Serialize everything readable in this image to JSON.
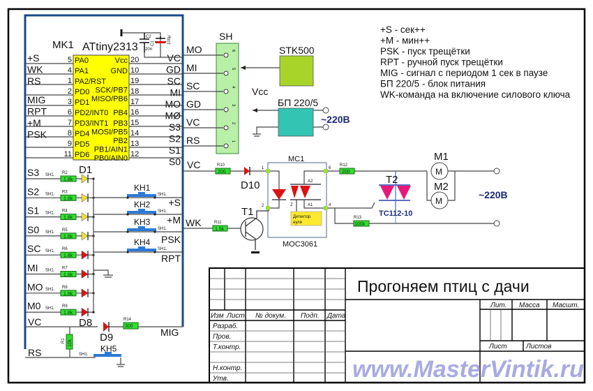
{
  "diagram": {
    "mcu": {
      "ref": "MK1",
      "part": "ATtiny2313",
      "left_pins": [
        {
          "net": "+S",
          "num": "5",
          "name": "PA0"
        },
        {
          "net": "WK",
          "num": "4",
          "name": "PA1"
        },
        {
          "net": "RS",
          "num": "1",
          "name": "PA2/RST"
        },
        {
          "net": "",
          "num": "2",
          "name": "PD0"
        },
        {
          "net": "MIG",
          "num": "3",
          "name": "PD1"
        },
        {
          "net": "RPT",
          "num": "6",
          "name": "PD2/INT0"
        },
        {
          "net": "+M",
          "num": "7",
          "name": "PD3/INT1"
        },
        {
          "net": "PSK",
          "num": "8",
          "name": "PD4"
        },
        {
          "net": "",
          "num": "9",
          "name": "PD5"
        },
        {
          "net": "",
          "num": "11",
          "name": "PD6"
        }
      ],
      "right_pins": [
        {
          "name": "Vcc",
          "num": "20",
          "net": "VC"
        },
        {
          "name": "GND",
          "num": "10",
          "net": "GD"
        },
        {
          "name": "SCK/PB7",
          "num": "19",
          "net": "SC"
        },
        {
          "name": "MISO/PB6",
          "num": "18",
          "net": "MI"
        },
        {
          "name": "MOSI/PB5",
          "num": "17",
          "net": "MO"
        },
        {
          "name": "PB4",
          "num": "16",
          "net": "MØ"
        },
        {
          "name": "PB3",
          "num": "15",
          "net": "S3"
        },
        {
          "name": "PB2",
          "num": "14",
          "net": "S2"
        },
        {
          "name": "PB1/AIN1",
          "num": "13",
          "net": "S1"
        },
        {
          "name": "PB0/AIN0",
          "num": "12",
          "net": "S0"
        }
      ]
    },
    "caps": {
      "c2": "C2",
      "c2_val": "20n",
      "c1": "C1",
      "c1_val": "100µ"
    },
    "header": {
      "ref": "SH",
      "pins": [
        {
          "num": "6",
          "net": "MO"
        },
        {
          "num": "5",
          "net": "MI"
        },
        {
          "num": "4",
          "net": "SC"
        },
        {
          "num": "3",
          "net": "GD"
        },
        {
          "num": "2",
          "net": "VC"
        },
        {
          "num": "1",
          "net": "RS"
        }
      ]
    },
    "programmer": {
      "label": "STK500",
      "color": "#a8d42a"
    },
    "psu": {
      "label": "БП 220/5",
      "vcc_label": "Vcc",
      "mains": "~220В",
      "color": "#33c4b4"
    },
    "legend": [
      "+S - сек++",
      "+M - мин++",
      "PSK - пуск трещётки",
      "RPT - ручной пуск трещётки",
      "MIG - сигнал с периодом 1 сек в паузе",
      "БП 220/5 - блок питания",
      "WK-команда на включение силового ключа"
    ],
    "led_rows": [
      {
        "net": "S3",
        "res": "R2",
        "val": "1.8k",
        "led_color": "#f0e030"
      },
      {
        "net": "S2",
        "res": "R3",
        "val": "1.8k",
        "led_color": "#f0e030"
      },
      {
        "net": "S1",
        "res": "R4",
        "val": "1.8k",
        "led_color": "#f0e030"
      },
      {
        "net": "S0",
        "res": "R5",
        "val": "1.8k",
        "led_color": "#f0e030"
      },
      {
        "net": "SC",
        "res": "R6",
        "val": "1.8k",
        "led_color": "#dd1111"
      },
      {
        "net": "MI",
        "res": "R7",
        "val": "1.8k",
        "led_color": "#dd1111"
      },
      {
        "net": "MO",
        "res": "R8",
        "val": "1.8k",
        "led_color": "#dd1111"
      },
      {
        "net": "M0",
        "res": "R9",
        "val": "1.8k",
        "led_color": "#dd1111"
      }
    ],
    "sh_tag": "SH1.",
    "diode_labels": {
      "d1": "D1",
      "d8": "D8",
      "d9": "D9",
      "d10": "D10"
    },
    "buttons": [
      {
        "ref": "KH1",
        "net": ""
      },
      {
        "ref": "KH2",
        "net": "+S"
      },
      {
        "ref": "KH3",
        "net": "+M"
      },
      {
        "ref": "KH4",
        "net": "PSK"
      },
      {
        "ref": "",
        "net": "RPT"
      }
    ],
    "bottom": {
      "vc": "VC",
      "rs": "RS",
      "mig": "MIG",
      "r14": "R14",
      "r14_val": "300",
      "r1": "R1",
      "r1_val": "10k",
      "kh5": "KH5"
    },
    "driver": {
      "vc": "VC",
      "wk": "WK",
      "r10": "R10",
      "r10_val": "200",
      "r11": "R11",
      "r11_val": "1,5k",
      "t1": "T1",
      "opto_ref": "MC1",
      "opto_part": "MOC3061",
      "pin1": "1",
      "pin2": "2",
      "pin4": "4",
      "pin6": "6",
      "a1": "A1",
      "a2": "A2",
      "z": "Z",
      "zero_det": [
        "Детектор",
        "нуля"
      ],
      "r12": "R12",
      "r12_val": "200",
      "r13": "R13",
      "r13_val": "100k",
      "t2": "T2",
      "t2_part": "ТС112-10",
      "m1": "M1",
      "m2": "M2",
      "motor_glyph": "M",
      "mains": "~220В"
    },
    "title_block": {
      "title": "Прогоняем птиц с дачи",
      "col_headers": [
        "Изм",
        "Лист",
        "№ докум.",
        "Подп.",
        "Дата"
      ],
      "rows": [
        "Разраб.",
        "Пров.",
        "Т.контр.",
        "",
        "Н.контр.",
        "Утв."
      ],
      "lit": "Лит.",
      "mass": "Масса",
      "scale": "Масшт.",
      "sheet": "Лист",
      "sheets": "Листов"
    },
    "watermark": "www.MasterVintik.ru",
    "colors": {
      "mcu_fill": "#ffff00",
      "header_fill": "#b8f0a8",
      "bus": "#1a4a8a",
      "resistor": "#33dd33",
      "button": "#2a7ad8",
      "triac": "#e8187a",
      "opto_red": "#dd1111",
      "zero_det": "#ffe830",
      "watermark": "#8a90d8",
      "mains_text": "#1a2a7a"
    }
  }
}
